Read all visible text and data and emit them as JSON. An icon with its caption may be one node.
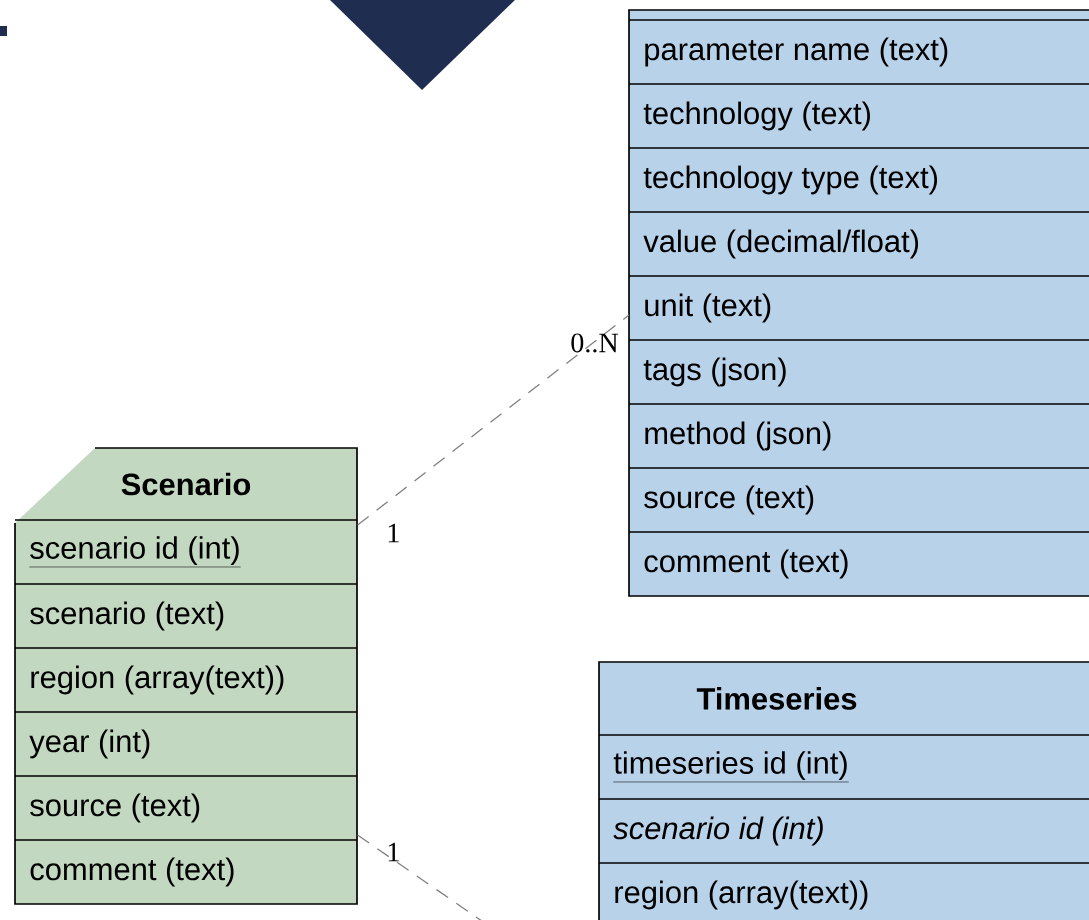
{
  "diagram": {
    "nodes": [
      {
        "text": [
          "Scenario",
          "scenario id (int)",
          "scenario (text)",
          "region (array(text))",
          "year (int)",
          "source (text)",
          "comment (text)"
        ]
      },
      {
        "text": [
          "parameter name (text)",
          "technology (text)",
          "technology type (text)",
          "value (decimal/float)",
          "unit (text)",
          "tags (json)",
          "method (json)",
          "source (text)",
          "comment (text)"
        ]
      },
      {
        "text": [
          "Timeseries",
          "timeseries id (int)",
          "scenario id (int)",
          "region (array(text))"
        ]
      }
    ],
    "edges": [
      {
        "from": 0,
        "to": 1,
        "arrow": "none",
        "style": "dashed"
      },
      {
        "from": 0,
        "to": 2,
        "arrow": "none",
        "style": "dashed"
      }
    ],
    "labels": [
      "0..N",
      "1",
      "1"
    ]
  }
}
